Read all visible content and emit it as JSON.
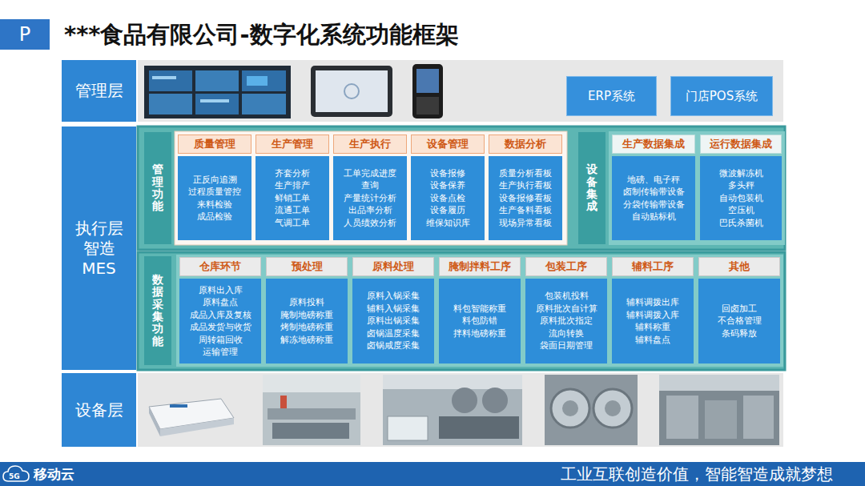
{
  "diagram": {
    "title": "***食品有限公司-数字化系统功能框架",
    "nodes": [
      {
        "text": [
          "P"
        ]
      },
      {
        "text": [
          "管理层"
        ]
      },
      {
        "text": [
          "ERP系统"
        ]
      },
      {
        "text": [
          "门店POS系统"
        ]
      },
      {
        "text": [
          "执行层 智造 MES"
        ]
      },
      {
        "text": [
          "管理功能"
        ]
      },
      {
        "text": [
          "质量管理",
          "正反向追溯 过程质量管控 来料检验 成品检验"
        ]
      },
      {
        "text": [
          "生产管理",
          "齐套分析 生产排产 鲜销工单 流通工单 气调工单"
        ]
      },
      {
        "text": [
          "生产执行",
          "工单完成进度 查询 产量统计分析 出品率分析 人员绩效分析"
        ]
      },
      {
        "text": [
          "设备管理",
          "设备报修 设备保养 设备点检 设备履历 维保知识库"
        ]
      },
      {
        "text": [
          "数据分析",
          "质量分析看板 生产执行看板 设备报修看板 生产备料看板 现场异常看板"
        ]
      },
      {
        "text": [
          "设备集成"
        ]
      },
      {
        "text": [
          "生产数据集成",
          "地磅、电子秤 卤制传输带设备 分袋传输带设备 自动贴标机"
        ]
      },
      {
        "text": [
          "运行数据集成",
          "微波解冻机 多头秤 自动包装机 空压机 巴氏杀菌机"
        ]
      },
      {
        "text": [
          "数据采集功能"
        ]
      },
      {
        "text": [
          "仓库环节",
          "原料出入库 原料盘点 成品入库及复核 成品发货与收货 周转箱回收 运输管理"
        ]
      },
      {
        "text": [
          "预处理",
          "原料投料 腌制地磅称重 烤制地磅称重 解冻地磅称重"
        ]
      },
      {
        "text": [
          "原料处理",
          "原料入锅采集 辅料入锅采集 原料出锅采集 卤锅温度采集 卤锅咸度采集"
        ]
      },
      {
        "text": [
          "腌制拌料工序",
          "料包智能称重 料包防错 拌料地磅称重"
        ]
      },
      {
        "text": [
          "包装工序",
          "包装机投料 原料批次自计算 原料批次指定 流向转换 袋面日期管理"
        ]
      },
      {
        "text": [
          "辅料工序",
          "辅料调拨出库 辅料调拨入库 辅料称重 辅料盘点"
        ]
      },
      {
        "text": [
          "其他",
          "回卤加工 不合格管理 条码释放"
        ]
      },
      {
        "text": [
          "设备层"
        ]
      }
    ],
    "labels": [
      "5G",
      "移动云",
      "工业互联创造价值，智能智造成就梦想"
    ]
  }
}
